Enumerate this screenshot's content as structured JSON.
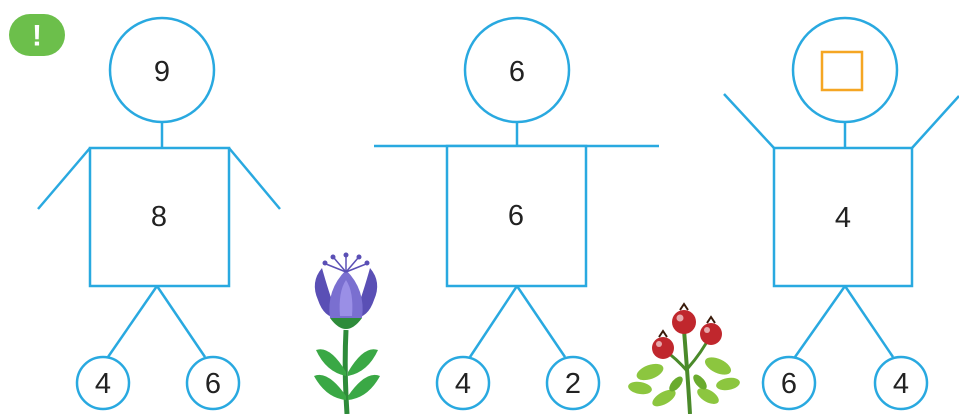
{
  "badge": {
    "mark": "!",
    "color": "#6cbf4b",
    "icon": "exclamation-icon"
  },
  "figures": [
    {
      "head": "9",
      "body": "8",
      "feet": [
        "4",
        "6"
      ]
    },
    {
      "head": "6",
      "body": "6",
      "feet": [
        "4",
        "2"
      ]
    },
    {
      "head": "",
      "body": "4",
      "feet": [
        "6",
        "4"
      ],
      "head_is_blank_box": true
    }
  ],
  "colors": {
    "outline": "#29a9e0",
    "blank_box": "#f5a623",
    "text": "#222222"
  },
  "decorations": [
    "bellflower-icon",
    "rosehip-icon"
  ]
}
